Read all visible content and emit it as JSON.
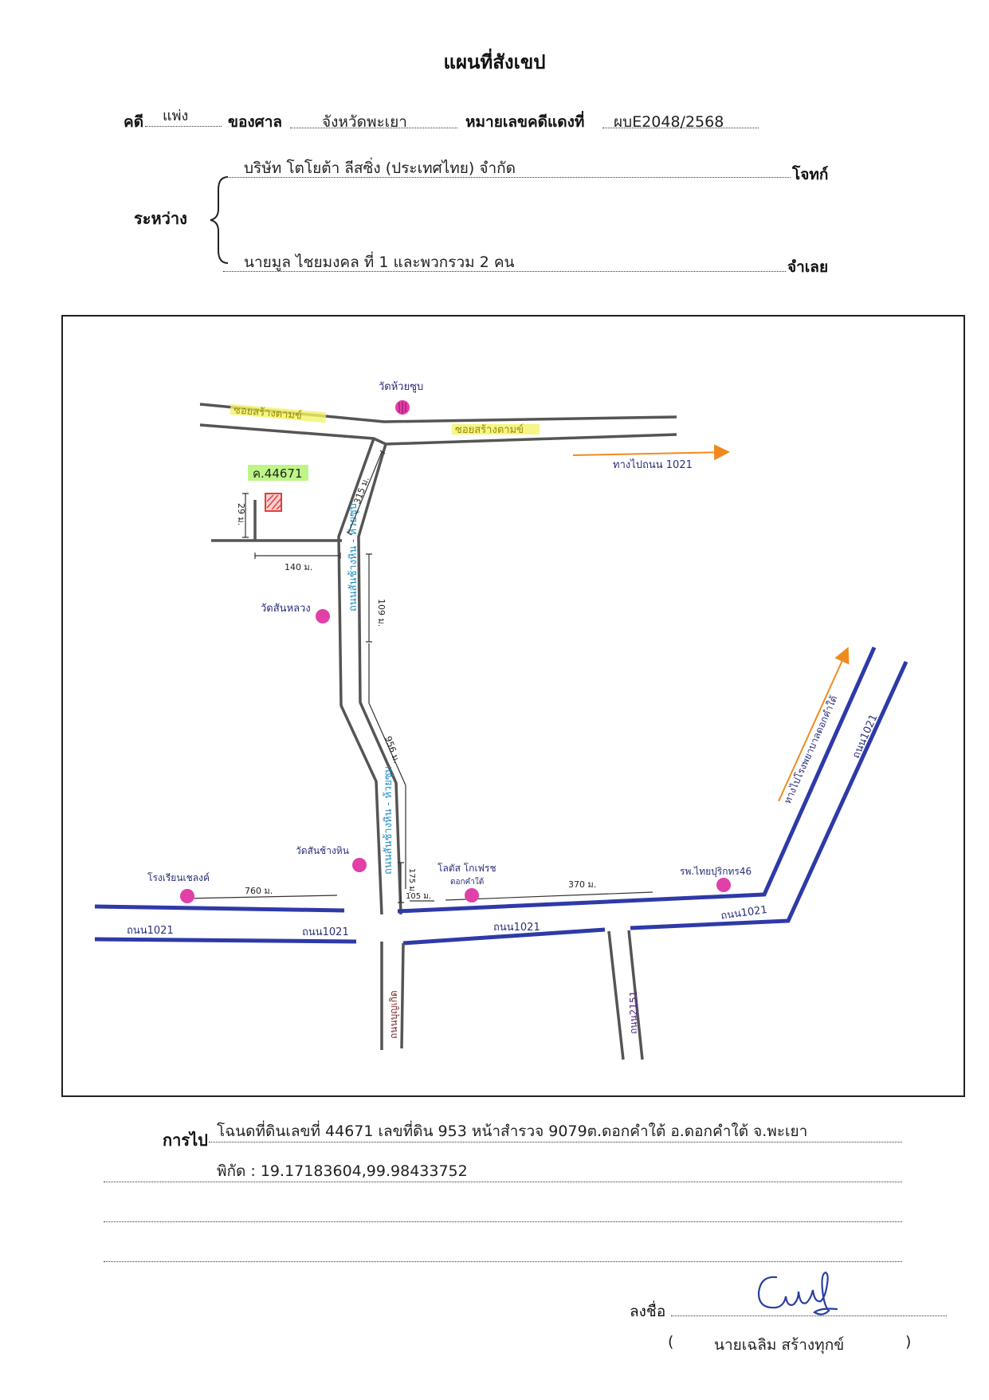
{
  "header": {
    "title": "แผนที่สังเขป",
    "case_label": "คดี",
    "case_type": "แพ่ง",
    "court_label": "ของศาล",
    "court_name": "จังหวัดพะเยา",
    "red_case_label": "หมายเลขคดีแดงที่",
    "red_case_number": "ผบE2048/2568"
  },
  "parties": {
    "between_label": "ระหว่าง",
    "plaintiff_name": "บริษัท โตโยต้า ลีสซิ่ง (ประเทศไทย) จำกัด",
    "plaintiff_label": "โจทก์",
    "defendant_name": "นายมูล ไชยมงคล ที่ 1 และพวกรวม 2 คน",
    "defendant_label": "จำเลย"
  },
  "map": {
    "roads": {
      "soi_top_left": "ซอยสร้างตามข์",
      "soi_top_right": "ซอยสร้างตามข์",
      "main_upper": "ถนนสันช้างหิน - ห้วยซูบ",
      "main_lower": "ถนนสันช้างหิน - ห้วยซูบ",
      "road_1021_a": "ถนน1021",
      "road_1021_b": "ถนน1021",
      "road_1021_c": "ถนน1021",
      "road_1021_d": "ถนน1021",
      "road_1021_e": "ถนน1021",
      "road_south": "ถนนบุญเกิด",
      "road_2151": "ถนน2151"
    },
    "landmarks": {
      "wat_top": "วัดห้วยซูบ",
      "wat_mid": "วัดสันหลวง",
      "wat_lower": "วัดสันช้างหิน",
      "school": "โรงเรียนเชลงค์",
      "lotus": "โลตัส โกเฟรช",
      "lotus_sub": "ดอกคำใต้",
      "hospital": "รพ.ไทยปุริกทร46"
    },
    "plot_label": "ค.44671",
    "arrows": {
      "to_1021": "ทางไปถนน 1021",
      "to_dokkhamtai": "ทางไปโรงพยาบาลดอกคำใต้"
    },
    "distances": {
      "d_29": "29 ม.",
      "d_140": "140 ม.",
      "d_315": "315 ม.",
      "d_109": "109 ม.",
      "d_956": "956 ม.",
      "d_760": "760 ม.",
      "d_175": "175 ม.",
      "d_105": "105 ม.",
      "d_370": "370 ม."
    },
    "colors": {
      "road_gray": "#555555",
      "road_blue": "#2d3aa8",
      "highlight_yellow": "#f3f36a",
      "label_blue": "#2a2f7a",
      "label_cyan": "#1e8fc4",
      "arrow_orange": "#f08a1e",
      "pin_pink": "#e040a8"
    }
  },
  "footer": {
    "directions_label": "การไป",
    "directions_line1": "โฉนดที่ดินเลขที่ 44671 เลขที่ดิน 953 หน้าสำรวจ 9079ต.ดอกคำใต้ อ.ดอกคำใต้ จ.พะเยา",
    "directions_line2": "พิกัด : 19.17183604,99.98433752",
    "sign_label": "ลงชื่อ",
    "signer_open": "(",
    "signer_name": "นายเฉลิม  สร้างทุกข์",
    "signer_close": ")"
  }
}
